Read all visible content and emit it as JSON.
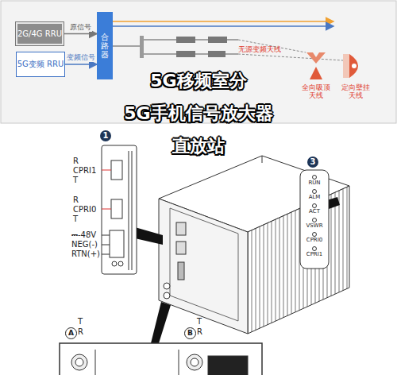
{
  "diagram": {
    "nodes": [
      {
        "text": [
          "2G/4G RRU"
        ]
      },
      {
        "text": [
          "5G变频 RRU"
        ]
      },
      {
        "text": [
          "合路器"
        ]
      }
    ],
    "edges": [
      {
        "from": 0,
        "to": 2,
        "arrow": "to",
        "label": "原信号"
      },
      {
        "from": 1,
        "to": 2,
        "arrow": "to",
        "label": "变频信号"
      }
    ],
    "labels": [
      "无源变频天线",
      "全向吸顶天线",
      "定向壁挂天线",
      "5G移频室分",
      "5G手机信号放大器",
      "直放站",
      "1",
      "R",
      "CPRI1",
      "T",
      "R",
      "CPRI0",
      "T",
      "⎓-48V",
      "NEG(-)",
      "RTN(+)",
      "3",
      "RUN",
      "ALM",
      "ACT",
      "VSWR",
      "CPRI0",
      "CPRI1",
      "A",
      "T",
      "R",
      "B",
      "T",
      "R"
    ]
  }
}
